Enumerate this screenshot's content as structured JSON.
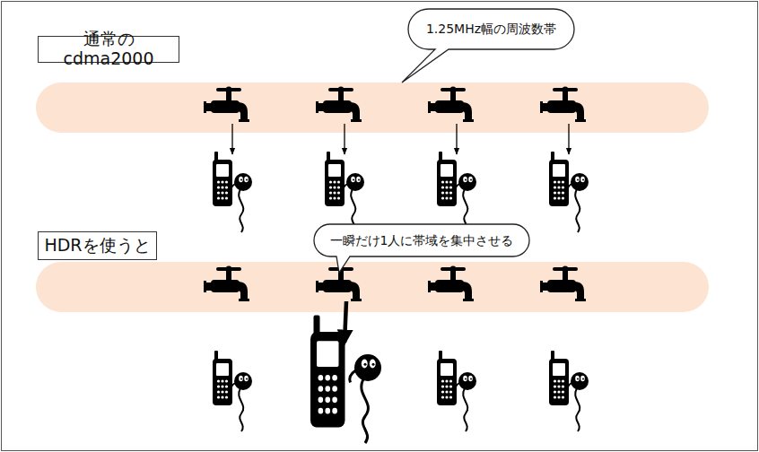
{
  "diagram": {
    "nodes": [
      {
        "text": [
          "通常のcdma2000"
        ]
      },
      {
        "text": [
          "1.25MHz幅の周波数帯"
        ]
      },
      {
        "text": [
          "HDRを使うと"
        ]
      },
      {
        "text": [
          "一瞬だけ1人に帯域を集中させる"
        ]
      }
    ]
  }
}
